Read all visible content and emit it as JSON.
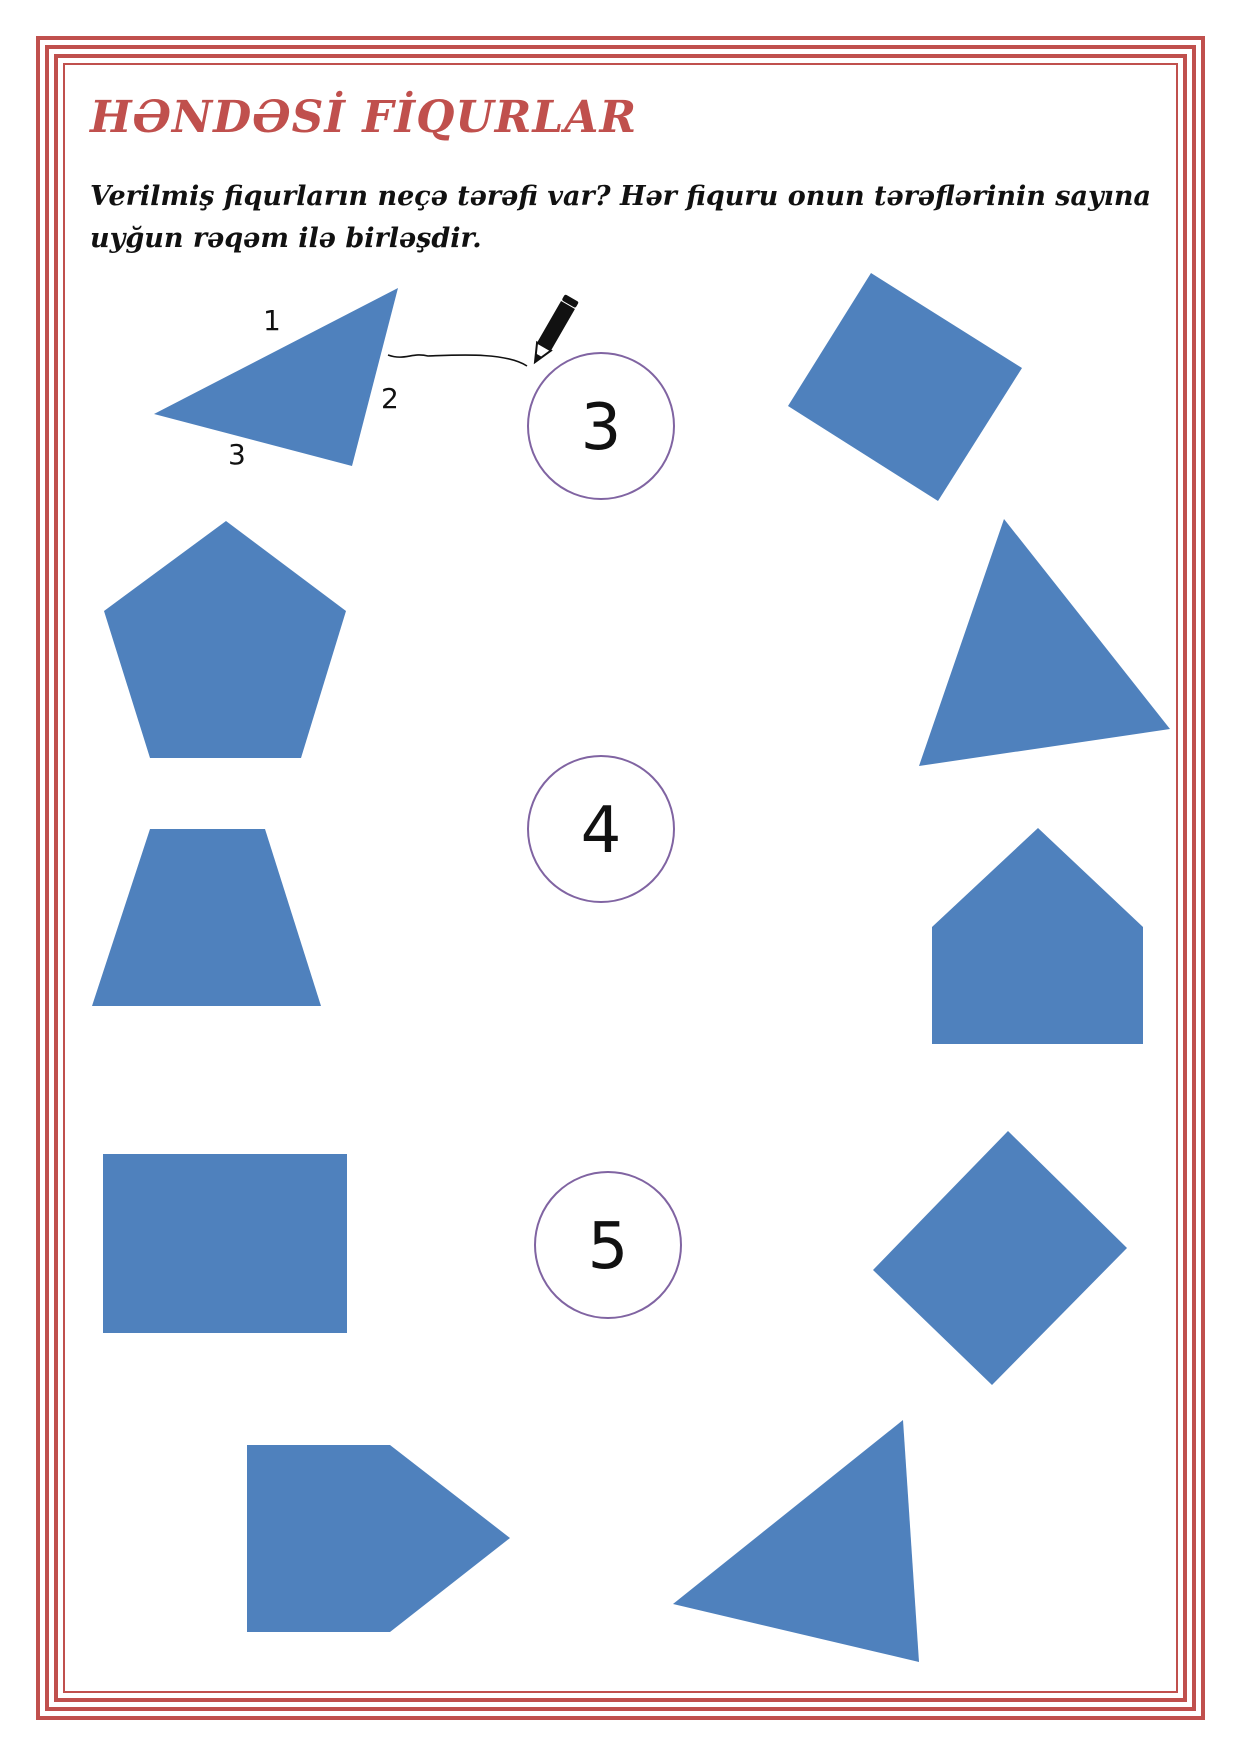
{
  "header": {
    "title": "HƏNDƏSİ FİQURLAR",
    "instruction_line1": "Verilmiş fiqurların neçə tərəfi var? Hər fiquru onun tərəflərinin sayına",
    "instruction_line2": "uyğun rəqəm ilə birləşdir."
  },
  "example": {
    "side_labels": [
      "1",
      "2",
      "3"
    ]
  },
  "answer_circles": [
    {
      "label": "3"
    },
    {
      "label": "4"
    },
    {
      "label": "5"
    }
  ],
  "shapes": [
    {
      "name": "triangle",
      "sides": 3
    },
    {
      "name": "square",
      "sides": 4
    },
    {
      "name": "pentagon",
      "sides": 5
    },
    {
      "name": "triangle",
      "sides": 3
    },
    {
      "name": "trapezoid",
      "sides": 4
    },
    {
      "name": "pentagon",
      "sides": 5
    },
    {
      "name": "rectangle",
      "sides": 4
    },
    {
      "name": "square",
      "sides": 4
    },
    {
      "name": "pentagon",
      "sides": 5
    },
    {
      "name": "triangle",
      "sides": 3
    }
  ],
  "colors": {
    "border": "#c0504d",
    "title": "#c0504d",
    "shape_fill": "#4f81bd",
    "circle_stroke": "#8064a2"
  },
  "icons": {
    "pencil": "pencil-icon"
  }
}
